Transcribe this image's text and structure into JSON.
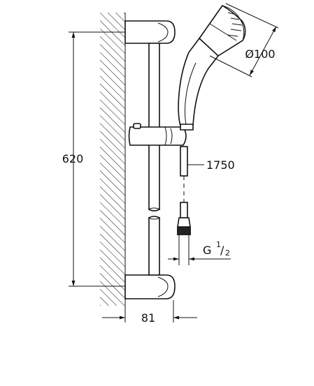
{
  "diagram": {
    "dimensions": {
      "height": "620",
      "diameter": "Ø100",
      "hose_length": "1750",
      "thread_label": "G",
      "thread_numerator": "1",
      "thread_denominator": "2",
      "projection": "81"
    }
  }
}
